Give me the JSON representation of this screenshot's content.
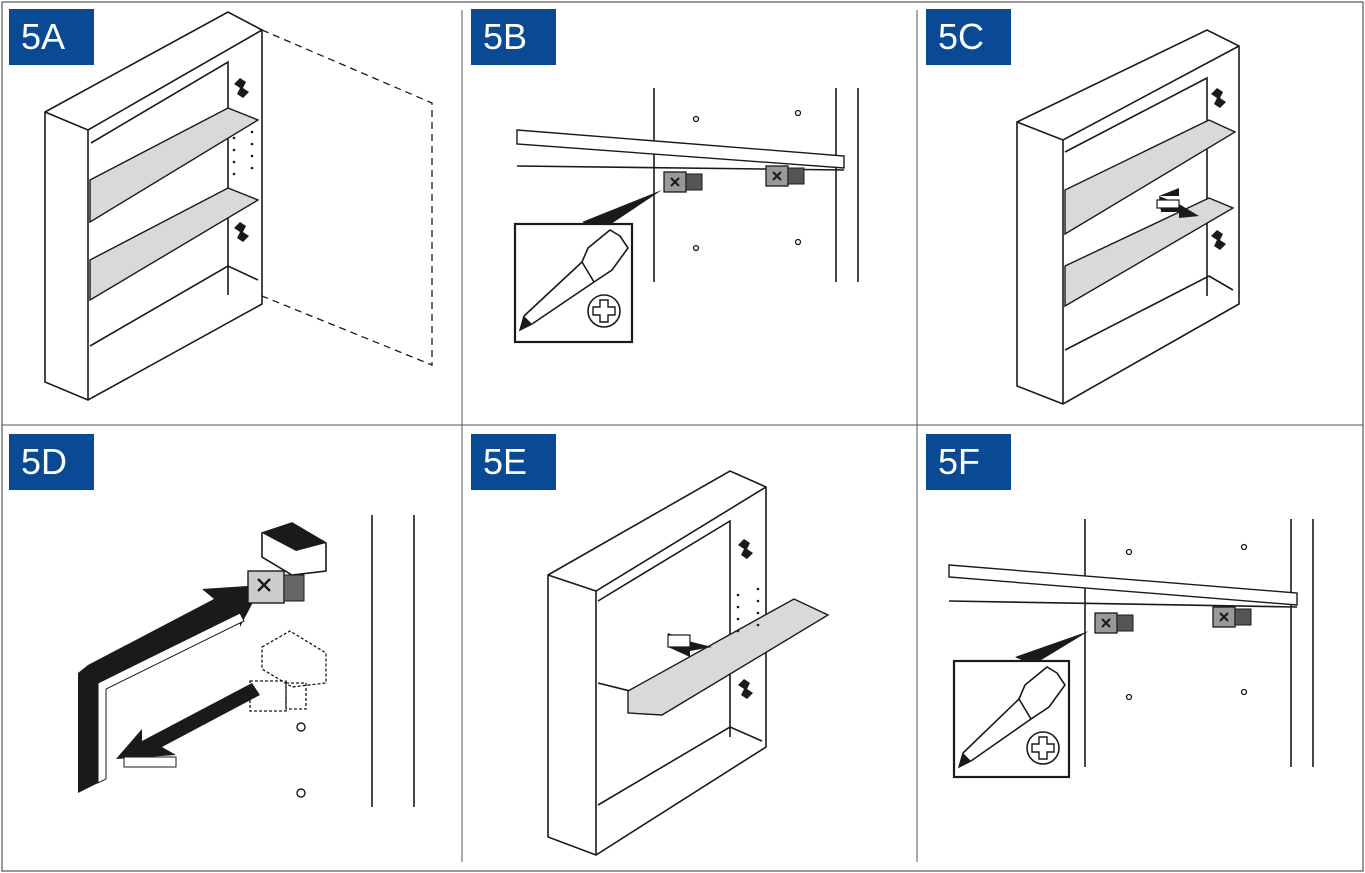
{
  "panels": [
    {
      "id": "5A",
      "label": "5A"
    },
    {
      "id": "5B",
      "label": "5B"
    },
    {
      "id": "5C",
      "label": "5C"
    },
    {
      "id": "5D",
      "label": "5D"
    },
    {
      "id": "5E",
      "label": "5E"
    },
    {
      "id": "5F",
      "label": "5F"
    }
  ],
  "colors": {
    "label_bg": "#0a4a94",
    "label_text": "#ffffff",
    "shelf_fill": "#d9d9d9",
    "line": "#1a1a1a",
    "frame": "#555555"
  },
  "icons": {
    "tool": "phillips-screwdriver-icon",
    "screw_head": "phillips-screw-head-icon",
    "direction": "arrow-icon"
  }
}
